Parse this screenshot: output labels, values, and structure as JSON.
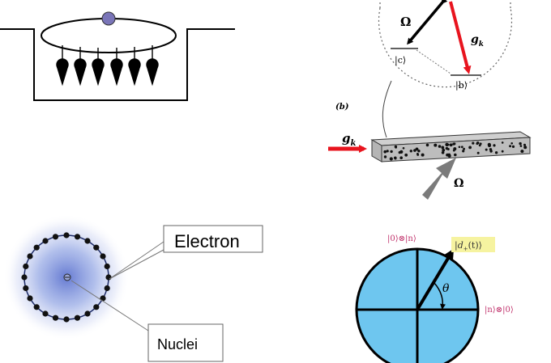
{
  "panel_b": {
    "tag": "(b)",
    "omega_top": "Ω",
    "g_top": "g",
    "g_top_sub": "k",
    "state_c": "|c⟩",
    "state_b": "|b⟩",
    "g_left": "g",
    "g_left_sub": "k",
    "omega_bottom": "Ω"
  },
  "atom": {
    "electron_label": "Electron",
    "nuclei_label": "Nuclei",
    "nucleus_symbol": "⊖"
  },
  "bloch": {
    "label_top": "|0⟩⊗|n⟩",
    "label_vector": "|d",
    "label_vector_sub": "+",
    "label_vector_tail": "(t)⟩",
    "label_right": "|n⟩⊗|0⟩",
    "theta": "θ"
  },
  "colors": {
    "red_arrow": "#e8141e",
    "disk_fill": "#6ec6ef",
    "gray_arrow": "#7b7b7b",
    "atom_glow": "#6d86d6",
    "ket_pink": "#c0306a",
    "highlight_yellow": "#f6f3a0"
  }
}
